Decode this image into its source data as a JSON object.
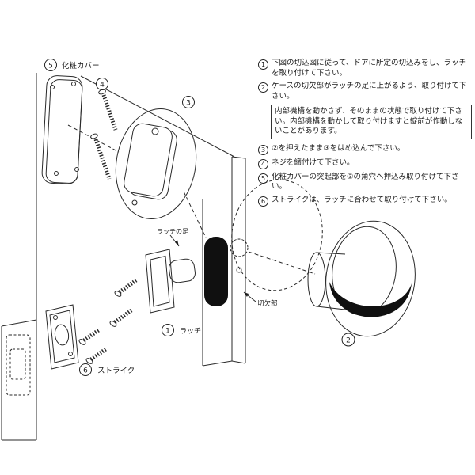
{
  "page": {
    "bg": "#ffffff",
    "ink": "#2a2a2a"
  },
  "instructions": {
    "items": [
      {
        "num": "1",
        "text": "下図の切込図に従って、ドアに所定の切込みをし、ラッチを取り付けて下さい。"
      },
      {
        "num": "2",
        "text": "ケースの切欠部がラッチの足に上がるよう、取り付けて下さい。",
        "note": "内部機構を動かさず、そのままの状態で取り付けて下さい。内部機構を動かして取り付けますと錠前が作動しないことがあります。"
      },
      {
        "num": "3",
        "text": "②を押えたまま③をはめ込んで下さい。"
      },
      {
        "num": "4",
        "text": "ネジを締付けて下さい。"
      },
      {
        "num": "5",
        "text": "化粧カバーの突起部を③の角穴へ押込み取り付けて下さい。"
      },
      {
        "num": "6",
        "text": "ストライクは、ラッチに合わせて取り付けて下さい。"
      }
    ]
  },
  "diagram": {
    "labels": {
      "cover_num": "5",
      "cover": "化粧カバー",
      "screws_num": "4",
      "rose_num": "3",
      "latch_foot": "ラッチの足",
      "latch_num": "1",
      "latch": "ラッチ",
      "notch": "切欠部",
      "knob_num": "2",
      "strike_num": "6",
      "strike": "ストライク"
    }
  }
}
